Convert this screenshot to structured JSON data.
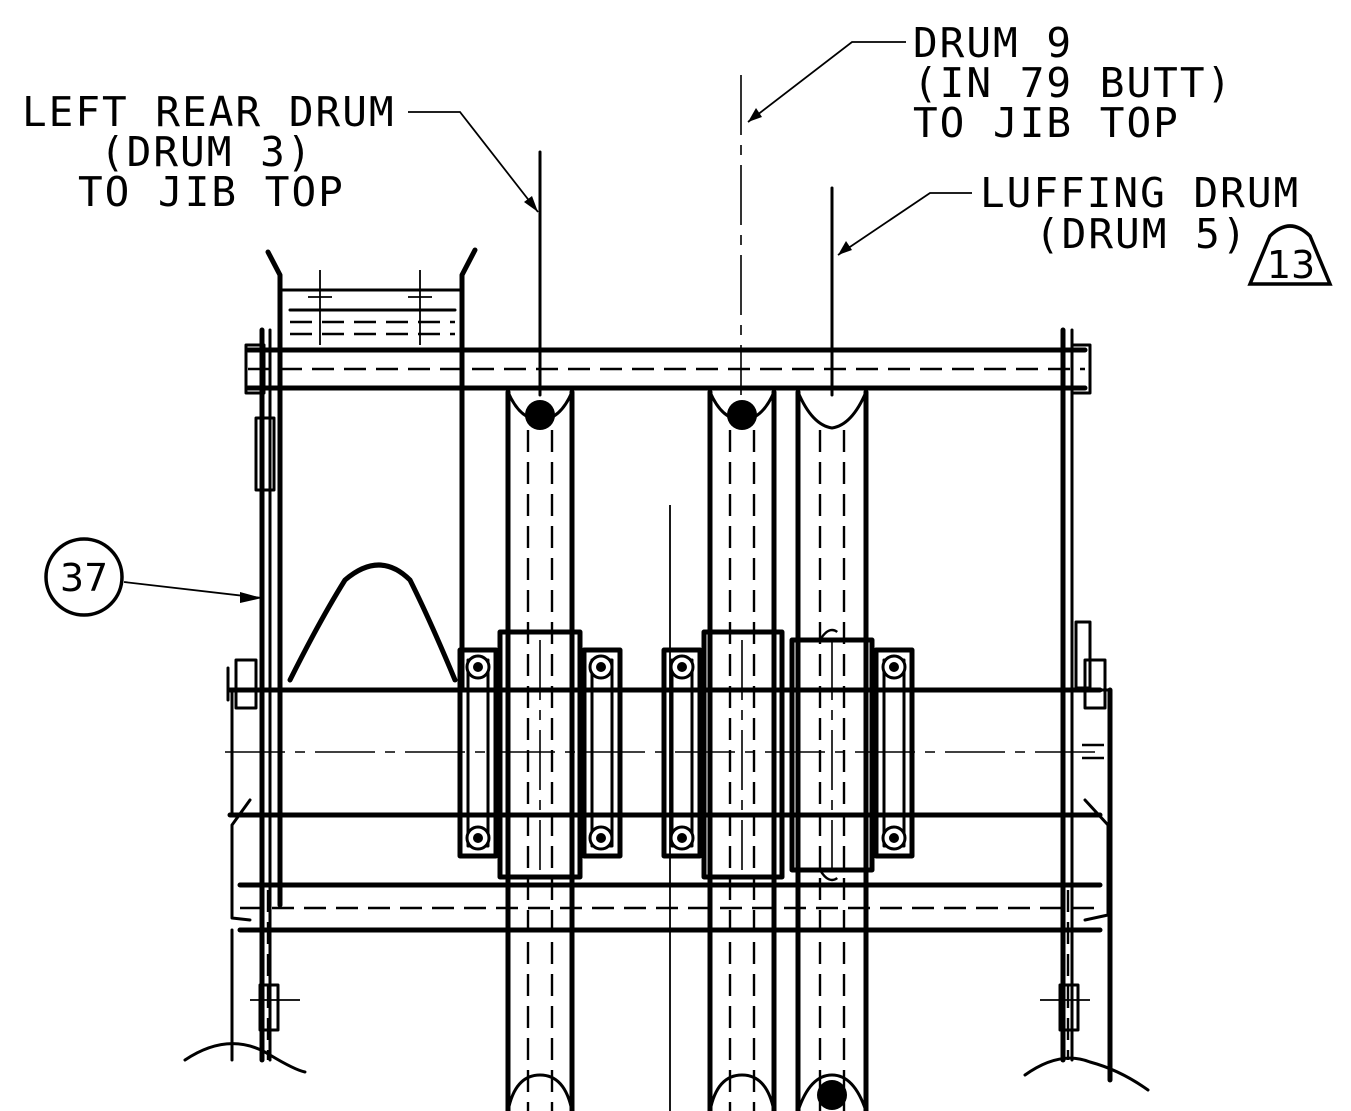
{
  "labels": {
    "left_rear_drum": [
      "LEFT REAR DRUM",
      "(DRUM 3)",
      "TO JIB TOP"
    ],
    "drum_9": [
      "DRUM 9",
      "(IN 79 BUTT)",
      "TO JIB TOP"
    ],
    "luffing_drum": [
      "LUFFING DRUM",
      "(DRUM 5)"
    ]
  },
  "callouts": {
    "item_37": "37",
    "revision_13": "13"
  }
}
